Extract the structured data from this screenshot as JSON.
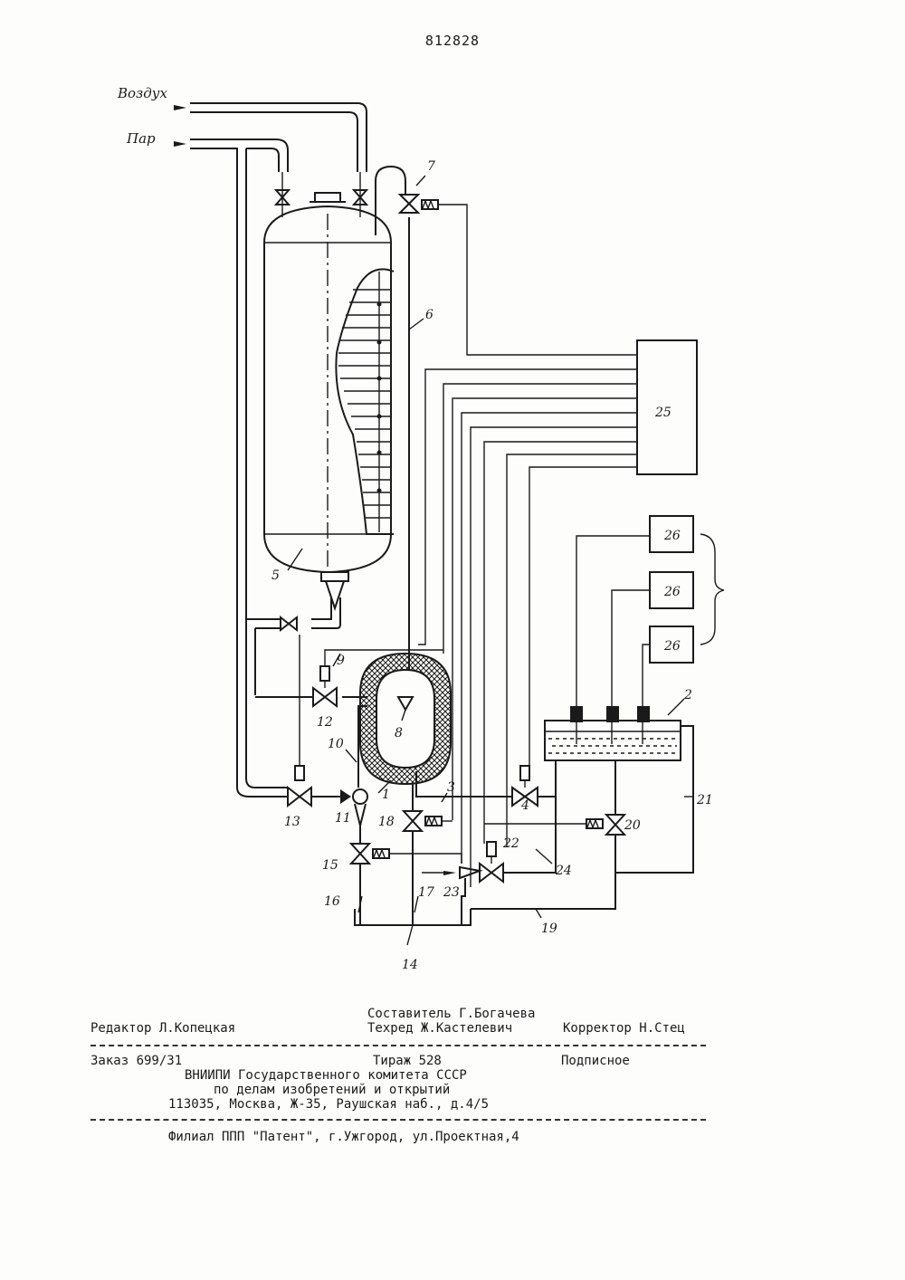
{
  "patent_number": "812828",
  "inlets": {
    "air": "Воздух",
    "steam": "Пар"
  },
  "labels": {
    "n1": "1",
    "n2": "2",
    "n3": "3",
    "n4": "4",
    "n5": "5",
    "n6": "6",
    "n7": "7",
    "n8": "8",
    "n9": "9",
    "n10": "10",
    "n11": "11",
    "n12": "12",
    "n13": "13",
    "n14": "14",
    "n15": "15",
    "n16": "16",
    "n17": "17",
    "n18": "18",
    "n19": "19",
    "n20": "20",
    "n21": "21",
    "n22": "22",
    "n23": "23",
    "n24": "24",
    "n25": "25",
    "n26a": "26",
    "n26b": "26",
    "n26c": "26"
  },
  "colophon": {
    "compiler": "Составитель Г.Богачева",
    "editor": "Редактор Л.Копецкая",
    "techred": "Техред Ж.Кастелевич",
    "corrector": "Корректор Н.Стец",
    "order": "Заказ 699/31",
    "circulation": "Тираж 528",
    "subscription": "Подписное",
    "org_line1": "ВНИИПИ Государственного комитета СССР",
    "org_line2": "по делам изобретений и открытий",
    "org_address": "113035, Москва, Ж-35, Раушская наб., д.4/5",
    "branch": "Филиал ППП \"Патент\", г.Ужгород, ул.Проектная,4"
  }
}
